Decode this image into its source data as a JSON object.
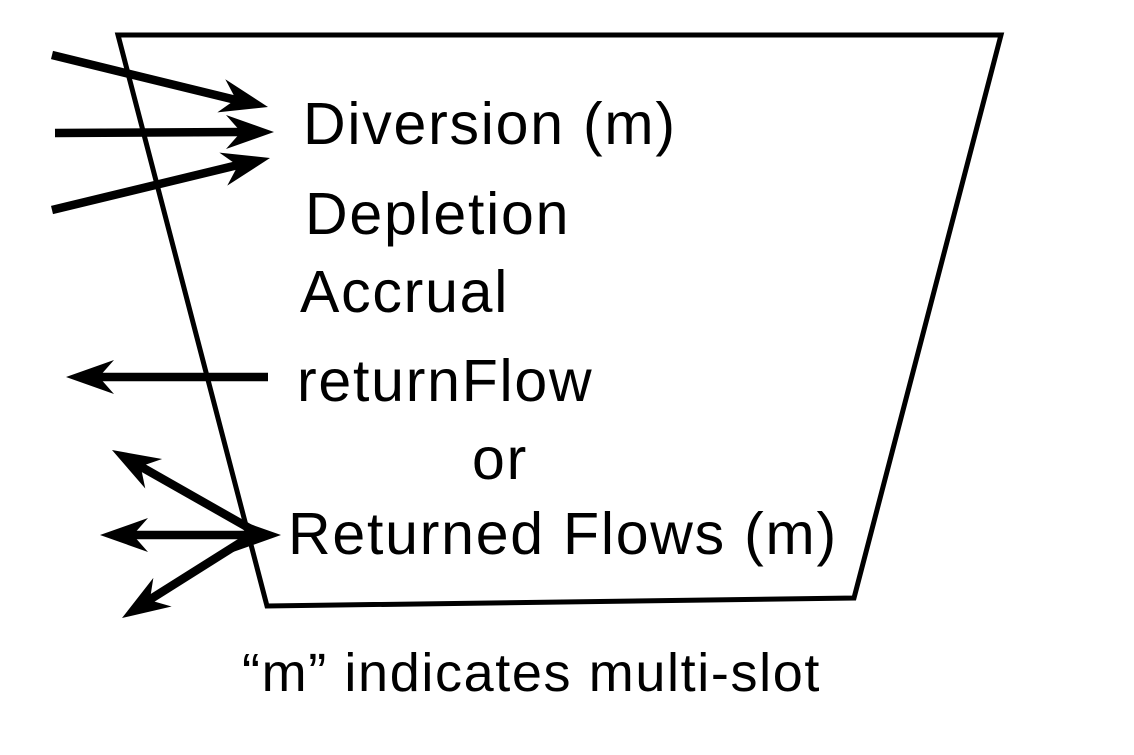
{
  "diagram": {
    "title_hint": "water-accounting structure slot diagram",
    "shape": "trapezoid",
    "slots": [
      {
        "id": "diversion",
        "label": "Diversion (m)"
      },
      {
        "id": "depletion",
        "label": "Depletion"
      },
      {
        "id": "accrual",
        "label": "Accrual"
      },
      {
        "id": "return_flow",
        "label": "returnFlow"
      },
      {
        "id": "or",
        "label": "or"
      },
      {
        "id": "returned_flows",
        "label": "Returned Flows (m)"
      }
    ],
    "caption": "“m” indicates multi-slot",
    "arrows": {
      "inflow_count": 3,
      "inflow_target": "Diversion (m)",
      "outflow_single_target": "returnFlow",
      "outflow_fan_count": 3,
      "outflow_fan_target": "Returned Flows (m)"
    },
    "colors": {
      "ink": "#000000",
      "background": "#ffffff"
    }
  }
}
